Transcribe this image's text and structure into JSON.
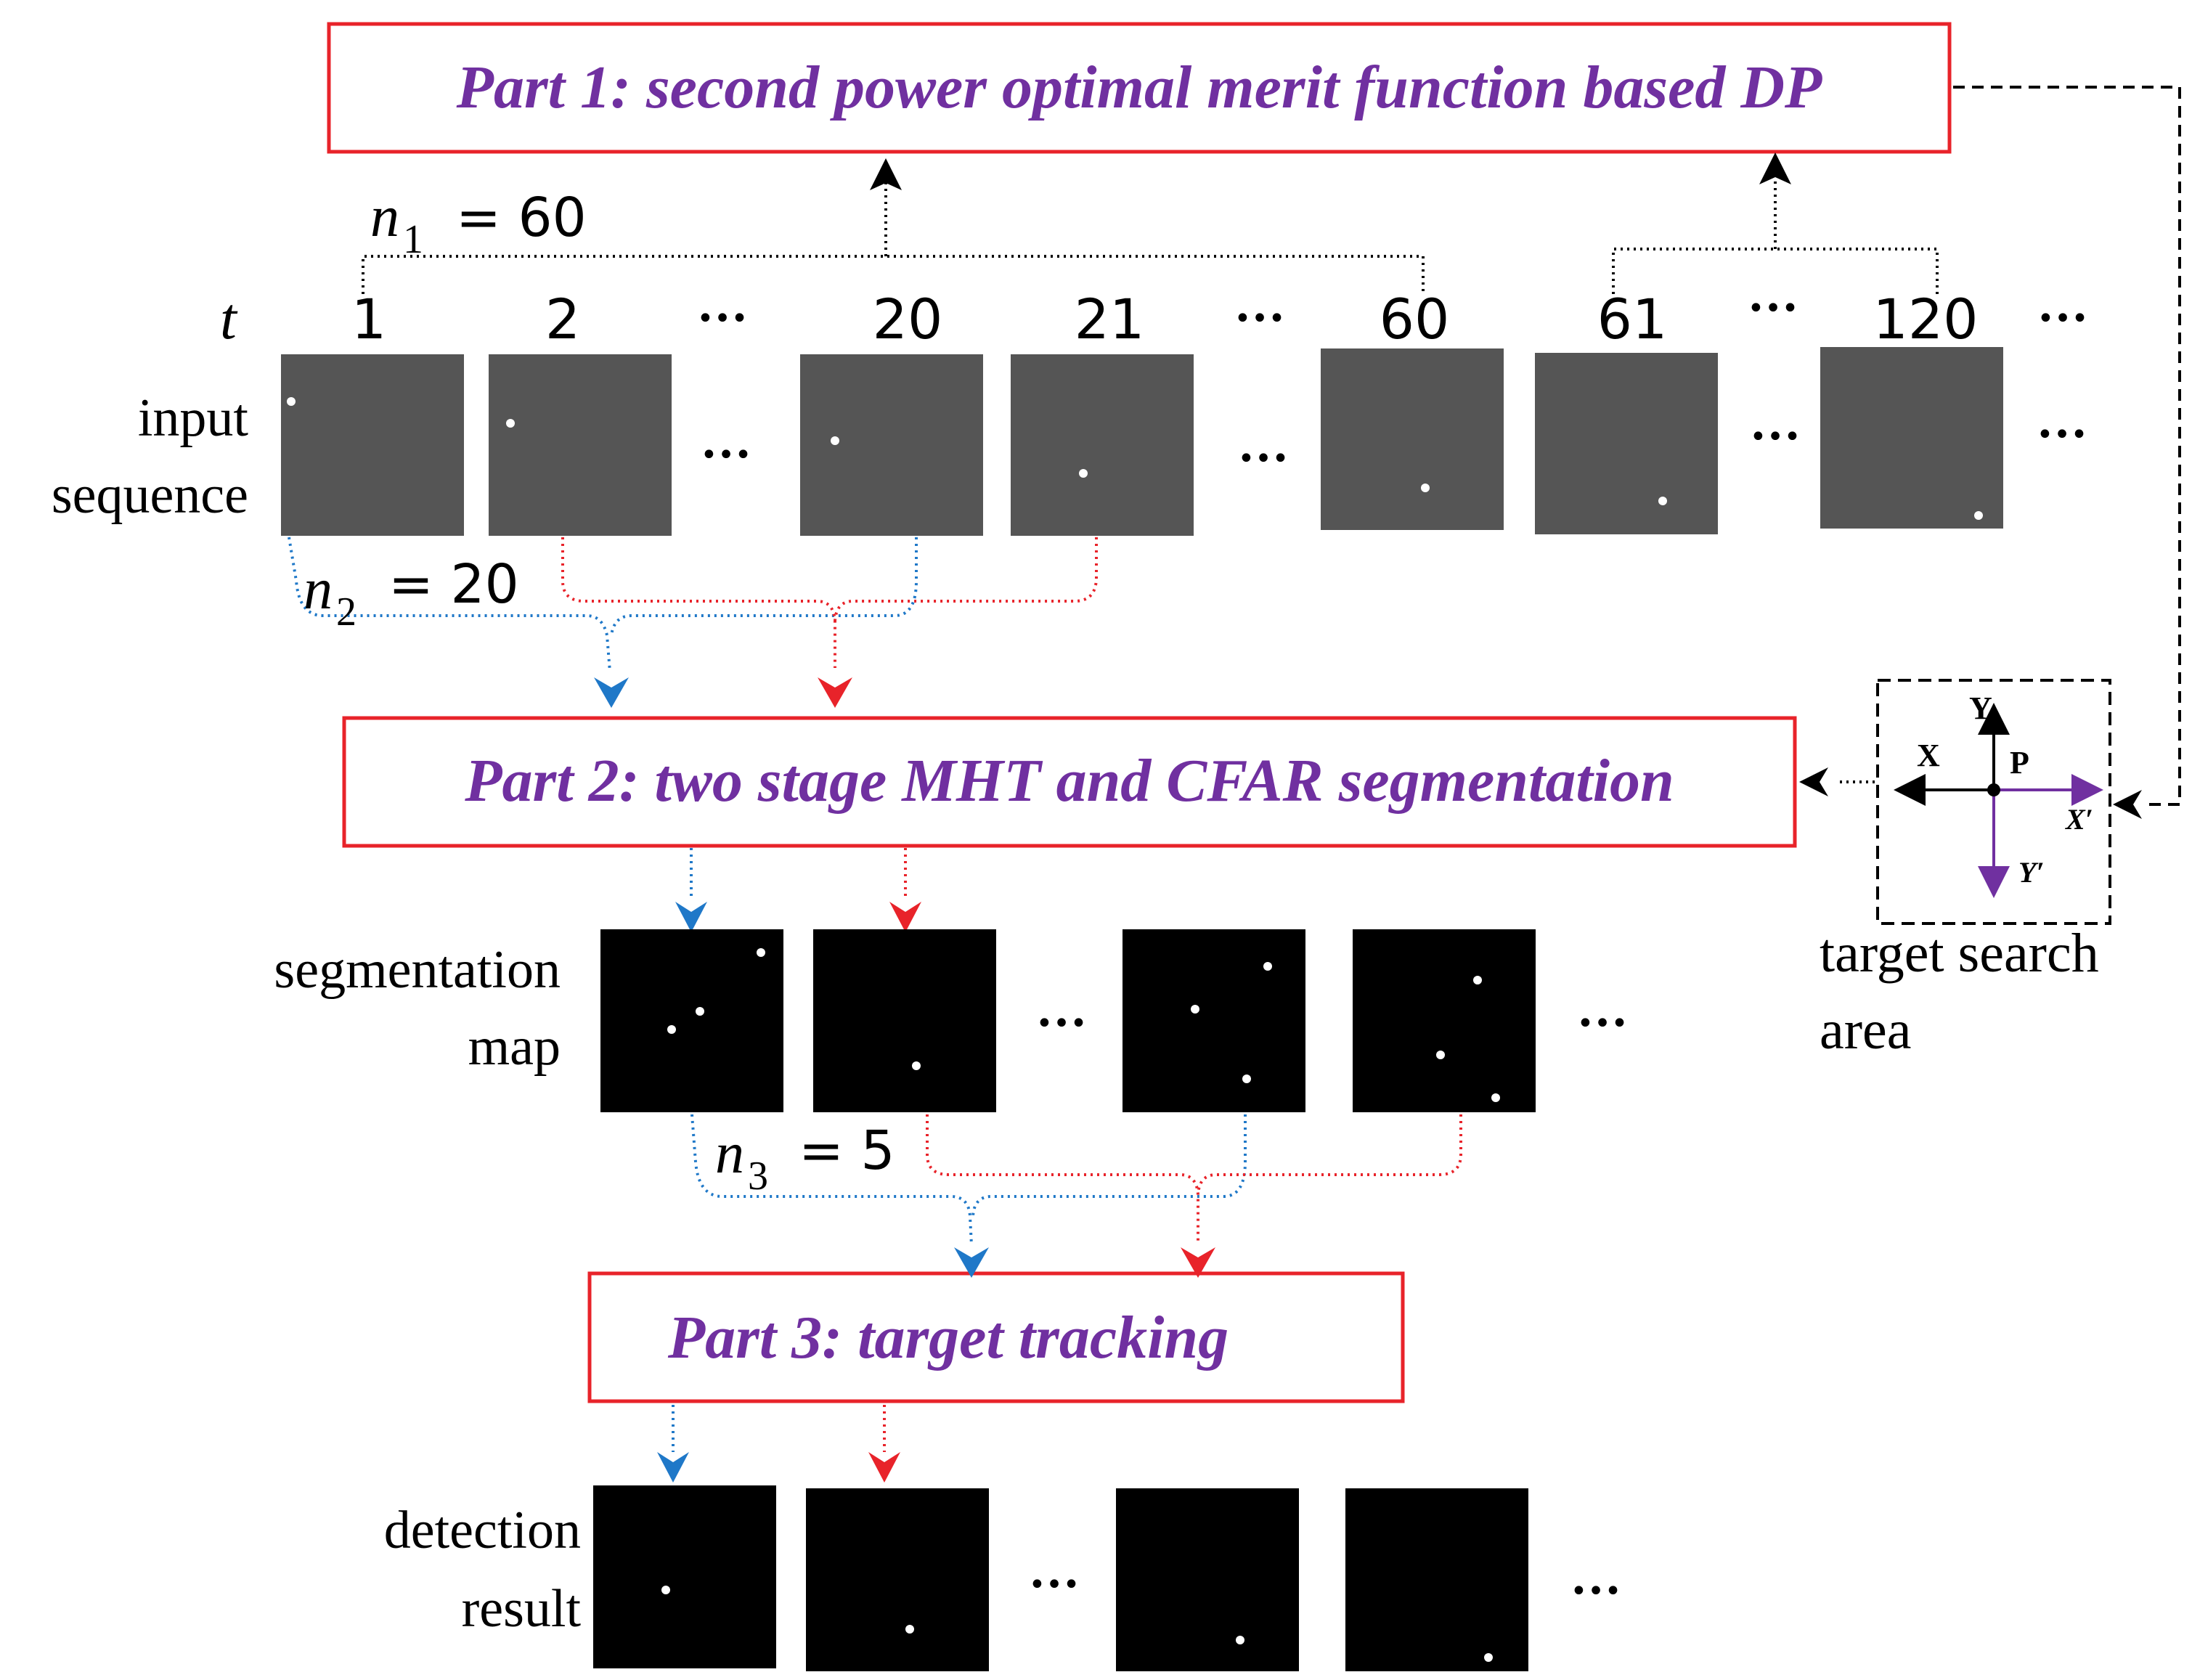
{
  "parts": {
    "part1": "Part 1: second power optimal merit function based DP",
    "part2": "Part 2: two stage MHT and CFAR segmentation",
    "part3": "Part 3: target tracking"
  },
  "params": {
    "n1_sym": "n",
    "n1_sub": "1",
    "n1_val": "= 60",
    "n2_sym": "n",
    "n2_sub": "2",
    "n2_val": "= 20",
    "n3_sym": "n",
    "n3_sub": "3",
    "n3_val": "= 5"
  },
  "time_axis": {
    "symbol": "t",
    "ticks": [
      "1",
      "2",
      "•••",
      "20",
      "21",
      "•••",
      "60",
      "61",
      "•••",
      "120",
      "•••"
    ]
  },
  "row_labels": {
    "input_1": "input",
    "input_2": "sequence",
    "seg_1": "segmentation",
    "seg_2": "map",
    "det_1": "detection",
    "det_2": "result"
  },
  "ellipsis": "•••",
  "search_area": {
    "label_1": "target search",
    "label_2": "area",
    "axis_x": "X",
    "axis_y": "Y",
    "point": "P",
    "axis_x_prime": "X′",
    "axis_y_prime": "Y′"
  },
  "colors": {
    "box_border": "#e8232a",
    "part_text": "#7030a0",
    "blue_path": "#1f78c8",
    "red_path": "#e8232a",
    "frame_gray": "#555555",
    "frame_black": "#000000",
    "search_arrow": "#7030a0"
  }
}
